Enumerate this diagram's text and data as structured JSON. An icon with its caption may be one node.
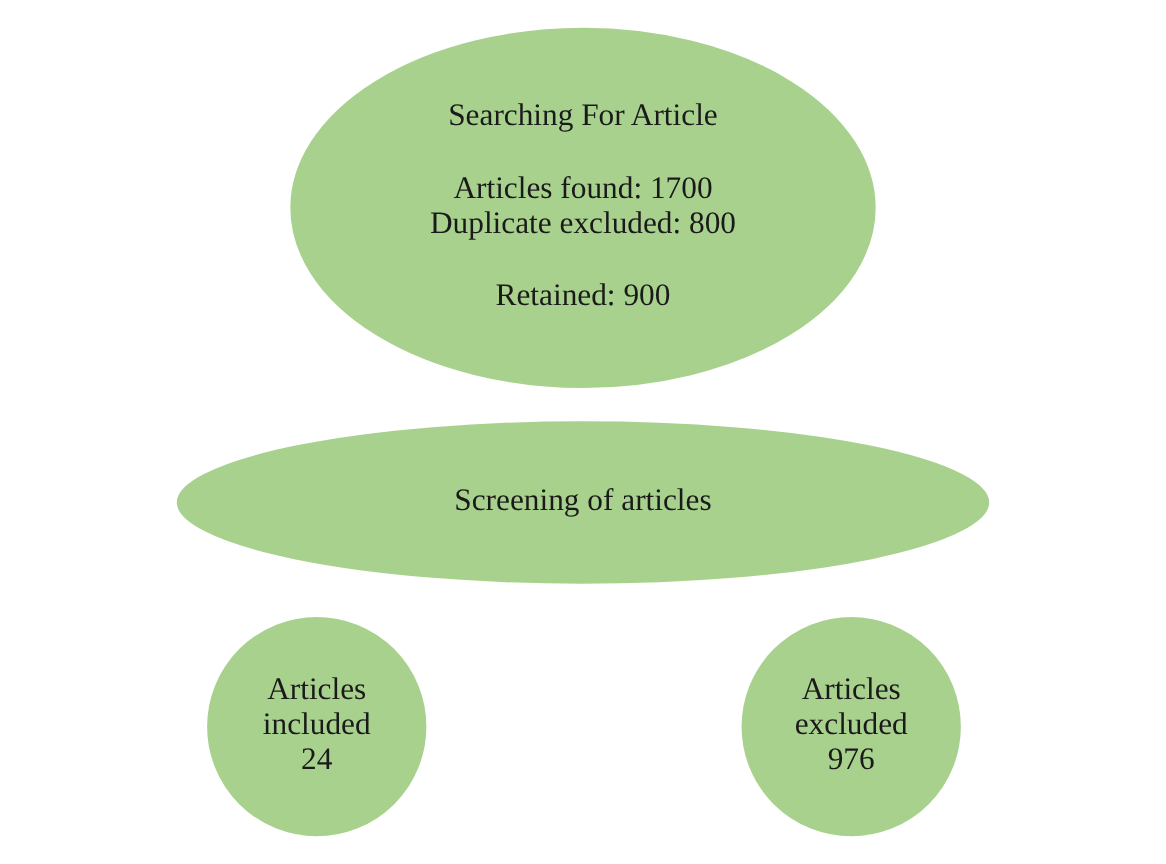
{
  "diagram": {
    "nodes": [
      {
        "text": [
          "Searching For Article",
          "Articles found: 1700 Duplicate excluded: 800",
          "Retained: 900"
        ]
      },
      {
        "text": [
          "Screening of articles"
        ]
      },
      {
        "text": [
          "Articles included 24"
        ]
      },
      {
        "text": [
          "Articles excluded 976"
        ]
      }
    ]
  }
}
